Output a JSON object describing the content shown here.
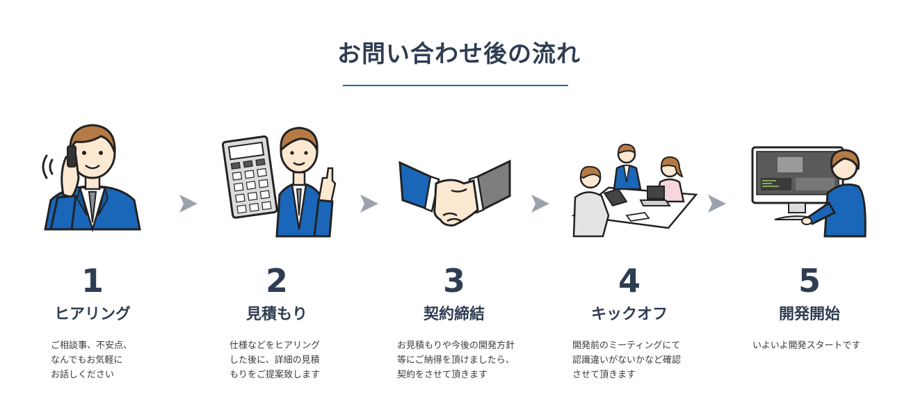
{
  "title": "お問い合わせ後の流れ",
  "steps": [
    {
      "number": "1",
      "label": "ヒアリング",
      "desc": "ご相談事、不安点、\nなんでもお気軽に\nお話しください",
      "icon": "phone-call-icon"
    },
    {
      "number": "2",
      "label": "見積もり",
      "desc": "仕様などをヒアリング\nした後に、詳細の見積\nもりをご提案致します",
      "icon": "calculator-icon"
    },
    {
      "number": "3",
      "label": "契約締結",
      "desc": "お見積もりや今後の開発方針\n等にご納得を頂けましたら、\n契約をさせて頂きます",
      "icon": "handshake-icon"
    },
    {
      "number": "4",
      "label": "キックオフ",
      "desc": "開発前のミーティングにて\n認識違いがないかなど確認\nさせて頂きます",
      "icon": "meeting-icon"
    },
    {
      "number": "5",
      "label": "開発開始",
      "desc": "いよいよ開発スタートです",
      "icon": "computer-work-icon"
    }
  ],
  "colors": {
    "heading": "#2f3d52",
    "accent": "#1f63b0",
    "suit": "#1a66b8",
    "arrow": "#9aa3ad",
    "text": "#3a3a3a"
  }
}
